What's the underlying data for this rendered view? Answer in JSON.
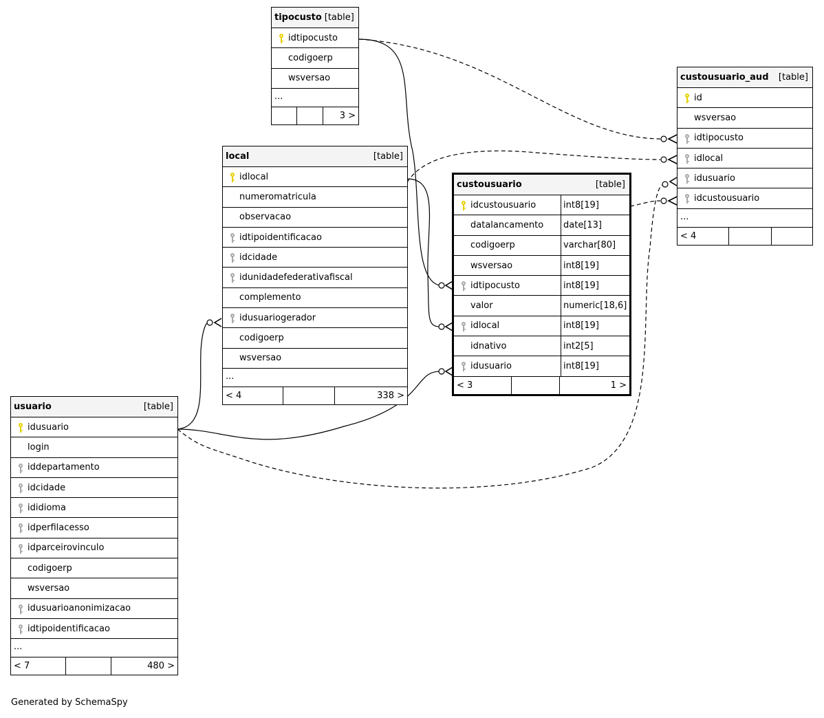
{
  "tables": {
    "tipocusto": {
      "name": "tipocusto",
      "tag": "[table]",
      "columns": [
        {
          "name": "idtipocusto",
          "key": "primary"
        },
        {
          "name": "codigoerp",
          "key": ""
        },
        {
          "name": "wsversao",
          "key": ""
        }
      ],
      "more": "...",
      "footer": [
        "",
        "",
        "3 >"
      ]
    },
    "local": {
      "name": "local",
      "tag": "[table]",
      "columns": [
        {
          "name": "idlocal",
          "key": "primary"
        },
        {
          "name": "numeromatricula",
          "key": ""
        },
        {
          "name": "observacao",
          "key": ""
        },
        {
          "name": "idtipoidentificacao",
          "key": "foreign"
        },
        {
          "name": "idcidade",
          "key": "foreign"
        },
        {
          "name": "idunidadefederativafiscal",
          "key": "foreign"
        },
        {
          "name": "complemento",
          "key": ""
        },
        {
          "name": "idusuariogerador",
          "key": "foreign"
        },
        {
          "name": "codigoerp",
          "key": ""
        },
        {
          "name": "wsversao",
          "key": ""
        }
      ],
      "more": "...",
      "footer": [
        "< 4",
        "",
        "338 >"
      ]
    },
    "custousuario": {
      "name": "custousuario",
      "tag": "[table]",
      "columns": [
        {
          "name": "idcustousuario",
          "type": "int8[19]",
          "key": "primary"
        },
        {
          "name": "datalancamento",
          "type": "date[13]",
          "key": ""
        },
        {
          "name": "codigoerp",
          "type": "varchar[80]",
          "key": ""
        },
        {
          "name": "wsversao",
          "type": "int8[19]",
          "key": ""
        },
        {
          "name": "idtipocusto",
          "type": "int8[19]",
          "key": "foreign"
        },
        {
          "name": "valor",
          "type": "numeric[18,6]",
          "key": ""
        },
        {
          "name": "idlocal",
          "type": "int8[19]",
          "key": "foreign"
        },
        {
          "name": "idnativo",
          "type": "int2[5]",
          "key": ""
        },
        {
          "name": "idusuario",
          "type": "int8[19]",
          "key": "foreign"
        }
      ],
      "footer": [
        "< 3",
        "",
        "1 >"
      ]
    },
    "custousuario_aud": {
      "name": "custousuario_aud",
      "tag": "[table]",
      "columns": [
        {
          "name": "id",
          "key": "primary"
        },
        {
          "name": "wsversao",
          "key": ""
        },
        {
          "name": "idtipocusto",
          "key": "foreign"
        },
        {
          "name": "idlocal",
          "key": "foreign"
        },
        {
          "name": "idusuario",
          "key": "foreign"
        },
        {
          "name": "idcustousuario",
          "key": "foreign"
        }
      ],
      "more": "...",
      "footer": [
        "< 4",
        "",
        ""
      ]
    },
    "usuario": {
      "name": "usuario",
      "tag": "[table]",
      "columns": [
        {
          "name": "idusuario",
          "key": "primary"
        },
        {
          "name": "login",
          "key": ""
        },
        {
          "name": "iddepartamento",
          "key": "foreign"
        },
        {
          "name": "idcidade",
          "key": "foreign"
        },
        {
          "name": "ididioma",
          "key": "foreign"
        },
        {
          "name": "idperfilacesso",
          "key": "foreign"
        },
        {
          "name": "idparceirovinculo",
          "key": "foreign"
        },
        {
          "name": "codigoerp",
          "key": ""
        },
        {
          "name": "wsversao",
          "key": ""
        },
        {
          "name": "idusuarioanonimizacao",
          "key": "foreign"
        },
        {
          "name": "idtipoidentificacao",
          "key": "foreign"
        }
      ],
      "more": "...",
      "footer": [
        "< 7",
        "",
        "480 >"
      ]
    }
  },
  "credit": "Generated by SchemaSpy",
  "colors": {
    "primary_key": "#e8d000",
    "foreign_key": "#a8a8a8",
    "border": "#000000"
  },
  "icons": {
    "primary": "key-icon",
    "foreign": "foreign-key-icon"
  }
}
